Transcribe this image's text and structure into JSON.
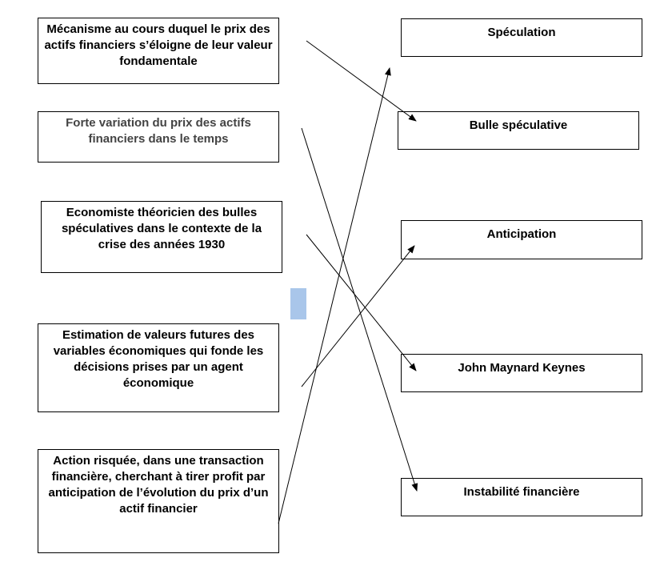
{
  "left_items": [
    {
      "id": "l1",
      "text": "Mécanisme au cours duquel le prix des actifs financiers s’éloigne de leur valeur fondamentale"
    },
    {
      "id": "l2",
      "text": "Forte variation du prix des actifs financiers dans le temps"
    },
    {
      "id": "l3",
      "text": "Economiste théoricien des bulles spéculatives dans le contexte de la crise des années 1930"
    },
    {
      "id": "l4",
      "text": "Estimation de valeurs futures des variables économiques qui fonde les décisions prises par un agent économique"
    },
    {
      "id": "l5",
      "text": "Action risquée, dans une transaction financière, cherchant à tirer profit par anticipation de l’évolution du prix d’un actif financier"
    }
  ],
  "right_items": [
    {
      "id": "r1",
      "text": "Spéculation"
    },
    {
      "id": "r2",
      "text": "Bulle spéculative"
    },
    {
      "id": "r3",
      "text": "Anticipation"
    },
    {
      "id": "r4",
      "text": "John Maynard Keynes"
    },
    {
      "id": "r5",
      "text": "Instabilité financière"
    }
  ],
  "connections": [
    {
      "from": "l1",
      "to": "r2"
    },
    {
      "from": "l2",
      "to": "r5"
    },
    {
      "from": "l3",
      "to": "r4"
    },
    {
      "from": "l4",
      "to": "r3"
    },
    {
      "from": "l5",
      "to": "r1"
    }
  ]
}
